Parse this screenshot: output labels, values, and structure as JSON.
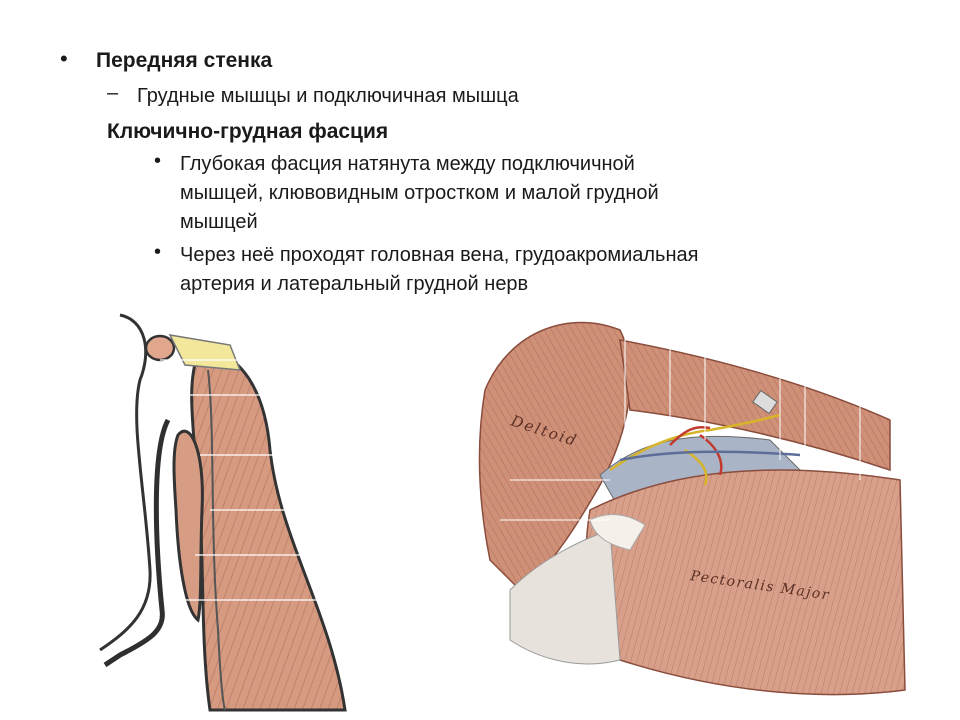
{
  "slide": {
    "heading": "Передняя стенка",
    "sub_item": "Грудные мышцы и подключичная мышца",
    "subheading": "Ключично-грудная фасция",
    "points": [
      "Глубокая фасция натянута между подключичной",
      "мышцей, клювовидным отростком и малой грудной",
      "мышцей",
      "Через неё проходят головная вена, грудоакромиальная",
      "артерия и латеральный грудной нерв"
    ]
  },
  "figures": {
    "right_labels": [
      "Deltoid",
      "Pectoralis Major"
    ]
  },
  "colors": {
    "muscle": "#c98a72",
    "muscle_dark": "#9c5a48",
    "fascia_yellow": "#f2e79a",
    "outline_dark": "#3a3a3a"
  }
}
